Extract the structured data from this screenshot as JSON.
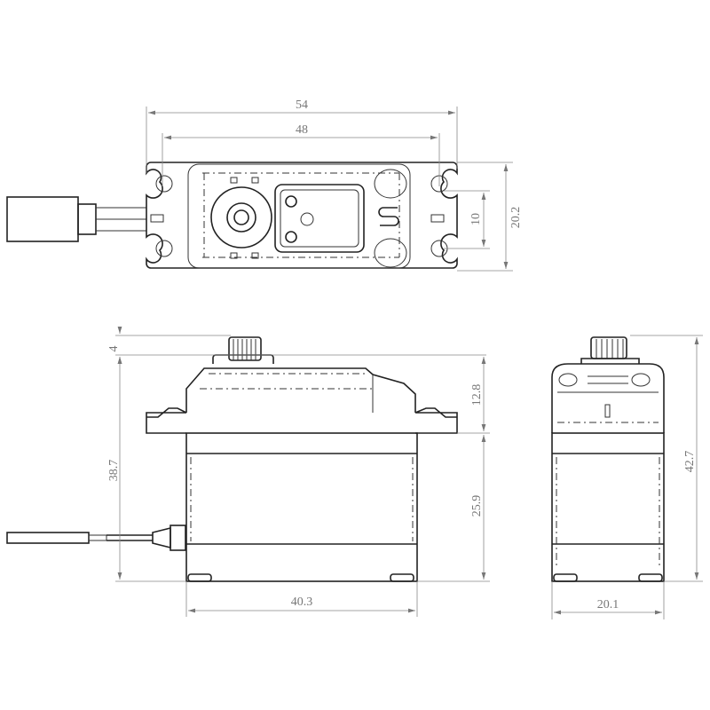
{
  "dimensions": {
    "top_view": {
      "overall_length": "54",
      "hole_spacing": "48",
      "hole_pitch": "10",
      "width": "20.2"
    },
    "side_view": {
      "spline_height": "4",
      "total_height": "38.7",
      "flange_to_top": "12.8",
      "flange_to_bottom": "25.9",
      "body_length": "40.3"
    },
    "end_view": {
      "total_height": "42.7",
      "body_width": "20.1"
    }
  }
}
